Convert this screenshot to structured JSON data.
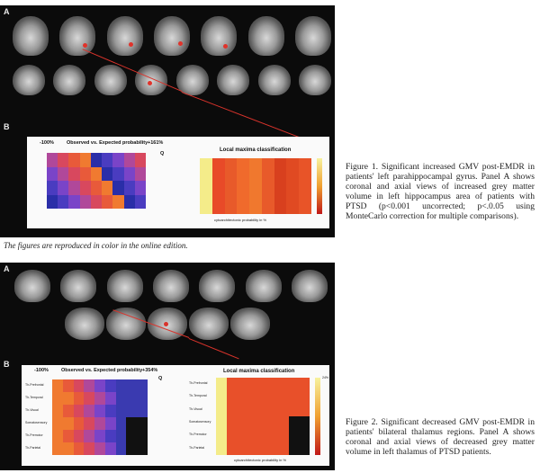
{
  "figure1": {
    "panel_a": "A",
    "panel_b": "B",
    "left_header": "-100%",
    "left_title": "Observed vs. Expected probability",
    "left_pct": "+161%",
    "q_label": "Q",
    "right_title": "Local maxima classification",
    "x_label": "cytoarchitectonic probability in %",
    "caption": "Figure 1. Significant increased GMV post-EMDR in patients' left parahippocampal gyrus. Panel A shows coronal and axial views of increased grey matter volume in left hippocampus area of patients with PTSD (p<0.001 uncorrected; p<.0.05 using MonteCarlo correction for multiple comparisons)."
  },
  "note": "The figures are reproduced in color in the online edition.",
  "figure2": {
    "panel_a": "A",
    "panel_b": "B",
    "left_header": "-100%",
    "left_title": "Observed vs. Expected probability",
    "left_pct": "+354%",
    "q_label": "Q",
    "right_title": "Local maxima classification",
    "x_label": "cytoarchitectonic probability in %",
    "scale_top": "24%",
    "caption": "Figure 2. Significant decreased GMV post-EMDR in patients' bilateral thalamus regions. Panel A shows coronal and axial views of decreased grey matter volume in left thalamus of PTSD patients.",
    "rows": [
      "Th-Prefrontal",
      "Th-Temporal",
      "Th-Visual",
      "Somatosensory",
      "Th-Premotor",
      "Th-Parietal"
    ]
  }
}
